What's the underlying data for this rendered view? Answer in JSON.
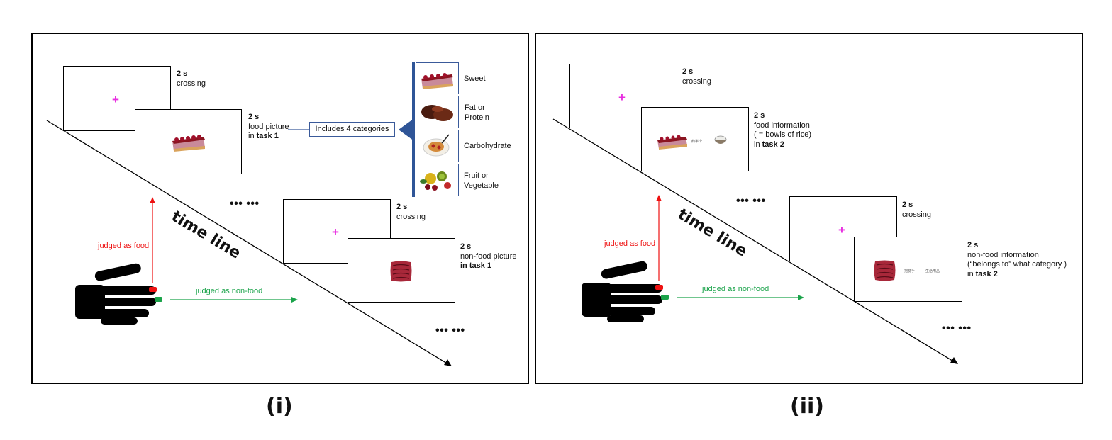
{
  "panel_i": {
    "caption": "(i)",
    "crossing_top": {
      "duration": "2 s",
      "label": "crossing"
    },
    "food_picture": {
      "duration": "2 s",
      "line1": "food picture",
      "line2_prefix": "in ",
      "task": "task 1"
    },
    "callout": "Includes 4 categories",
    "categories": [
      {
        "label_1": "Sweet",
        "label_2": ""
      },
      {
        "label_1": "Fat or",
        "label_2": "Protein"
      },
      {
        "label_1": "Carbohydrate",
        "label_2": ""
      },
      {
        "label_1": "Fruit or",
        "label_2": "Vegetable"
      }
    ],
    "dots_mid": "••• •••",
    "crossing_mid": {
      "duration": "2 s",
      "label": "crossing"
    },
    "nonfood_picture": {
      "duration": "2 s",
      "line1": "non-food picture",
      "task": "in task 1"
    },
    "timeline": "time line",
    "judged_food": "judged as food",
    "judged_nonfood": "judged as non-food",
    "dots_end": "••• •••"
  },
  "panel_ii": {
    "caption": "(ii)",
    "crossing_top": {
      "duration": "2 s",
      "label": "crossing"
    },
    "food_info": {
      "duration": "2 s",
      "line1": "food information",
      "line2": "( = bowls of rice)",
      "line3_prefix": "in ",
      "task": "task 2"
    },
    "food_info_chars": "約半个",
    "dots_mid": "••• •••",
    "crossing_mid": {
      "duration": "2 s",
      "label": "crossing"
    },
    "nonfood_info": {
      "duration": "2 s",
      "line1": "non-food information",
      "line2": "(“belongs to” what category )",
      "line3_prefix": "in ",
      "task": "task 2"
    },
    "nonfood_info_chars_1": "抱枕手",
    "nonfood_info_chars_2": "生活用品",
    "timeline": "time line",
    "judged_food": "judged as food",
    "judged_nonfood": "judged as non-food",
    "dots_end": "••• •••"
  },
  "colors": {
    "crosshair": "#e82ee0",
    "red": "#e11111",
    "green": "#1aa34a",
    "arrow_blue": "#2f5597"
  }
}
